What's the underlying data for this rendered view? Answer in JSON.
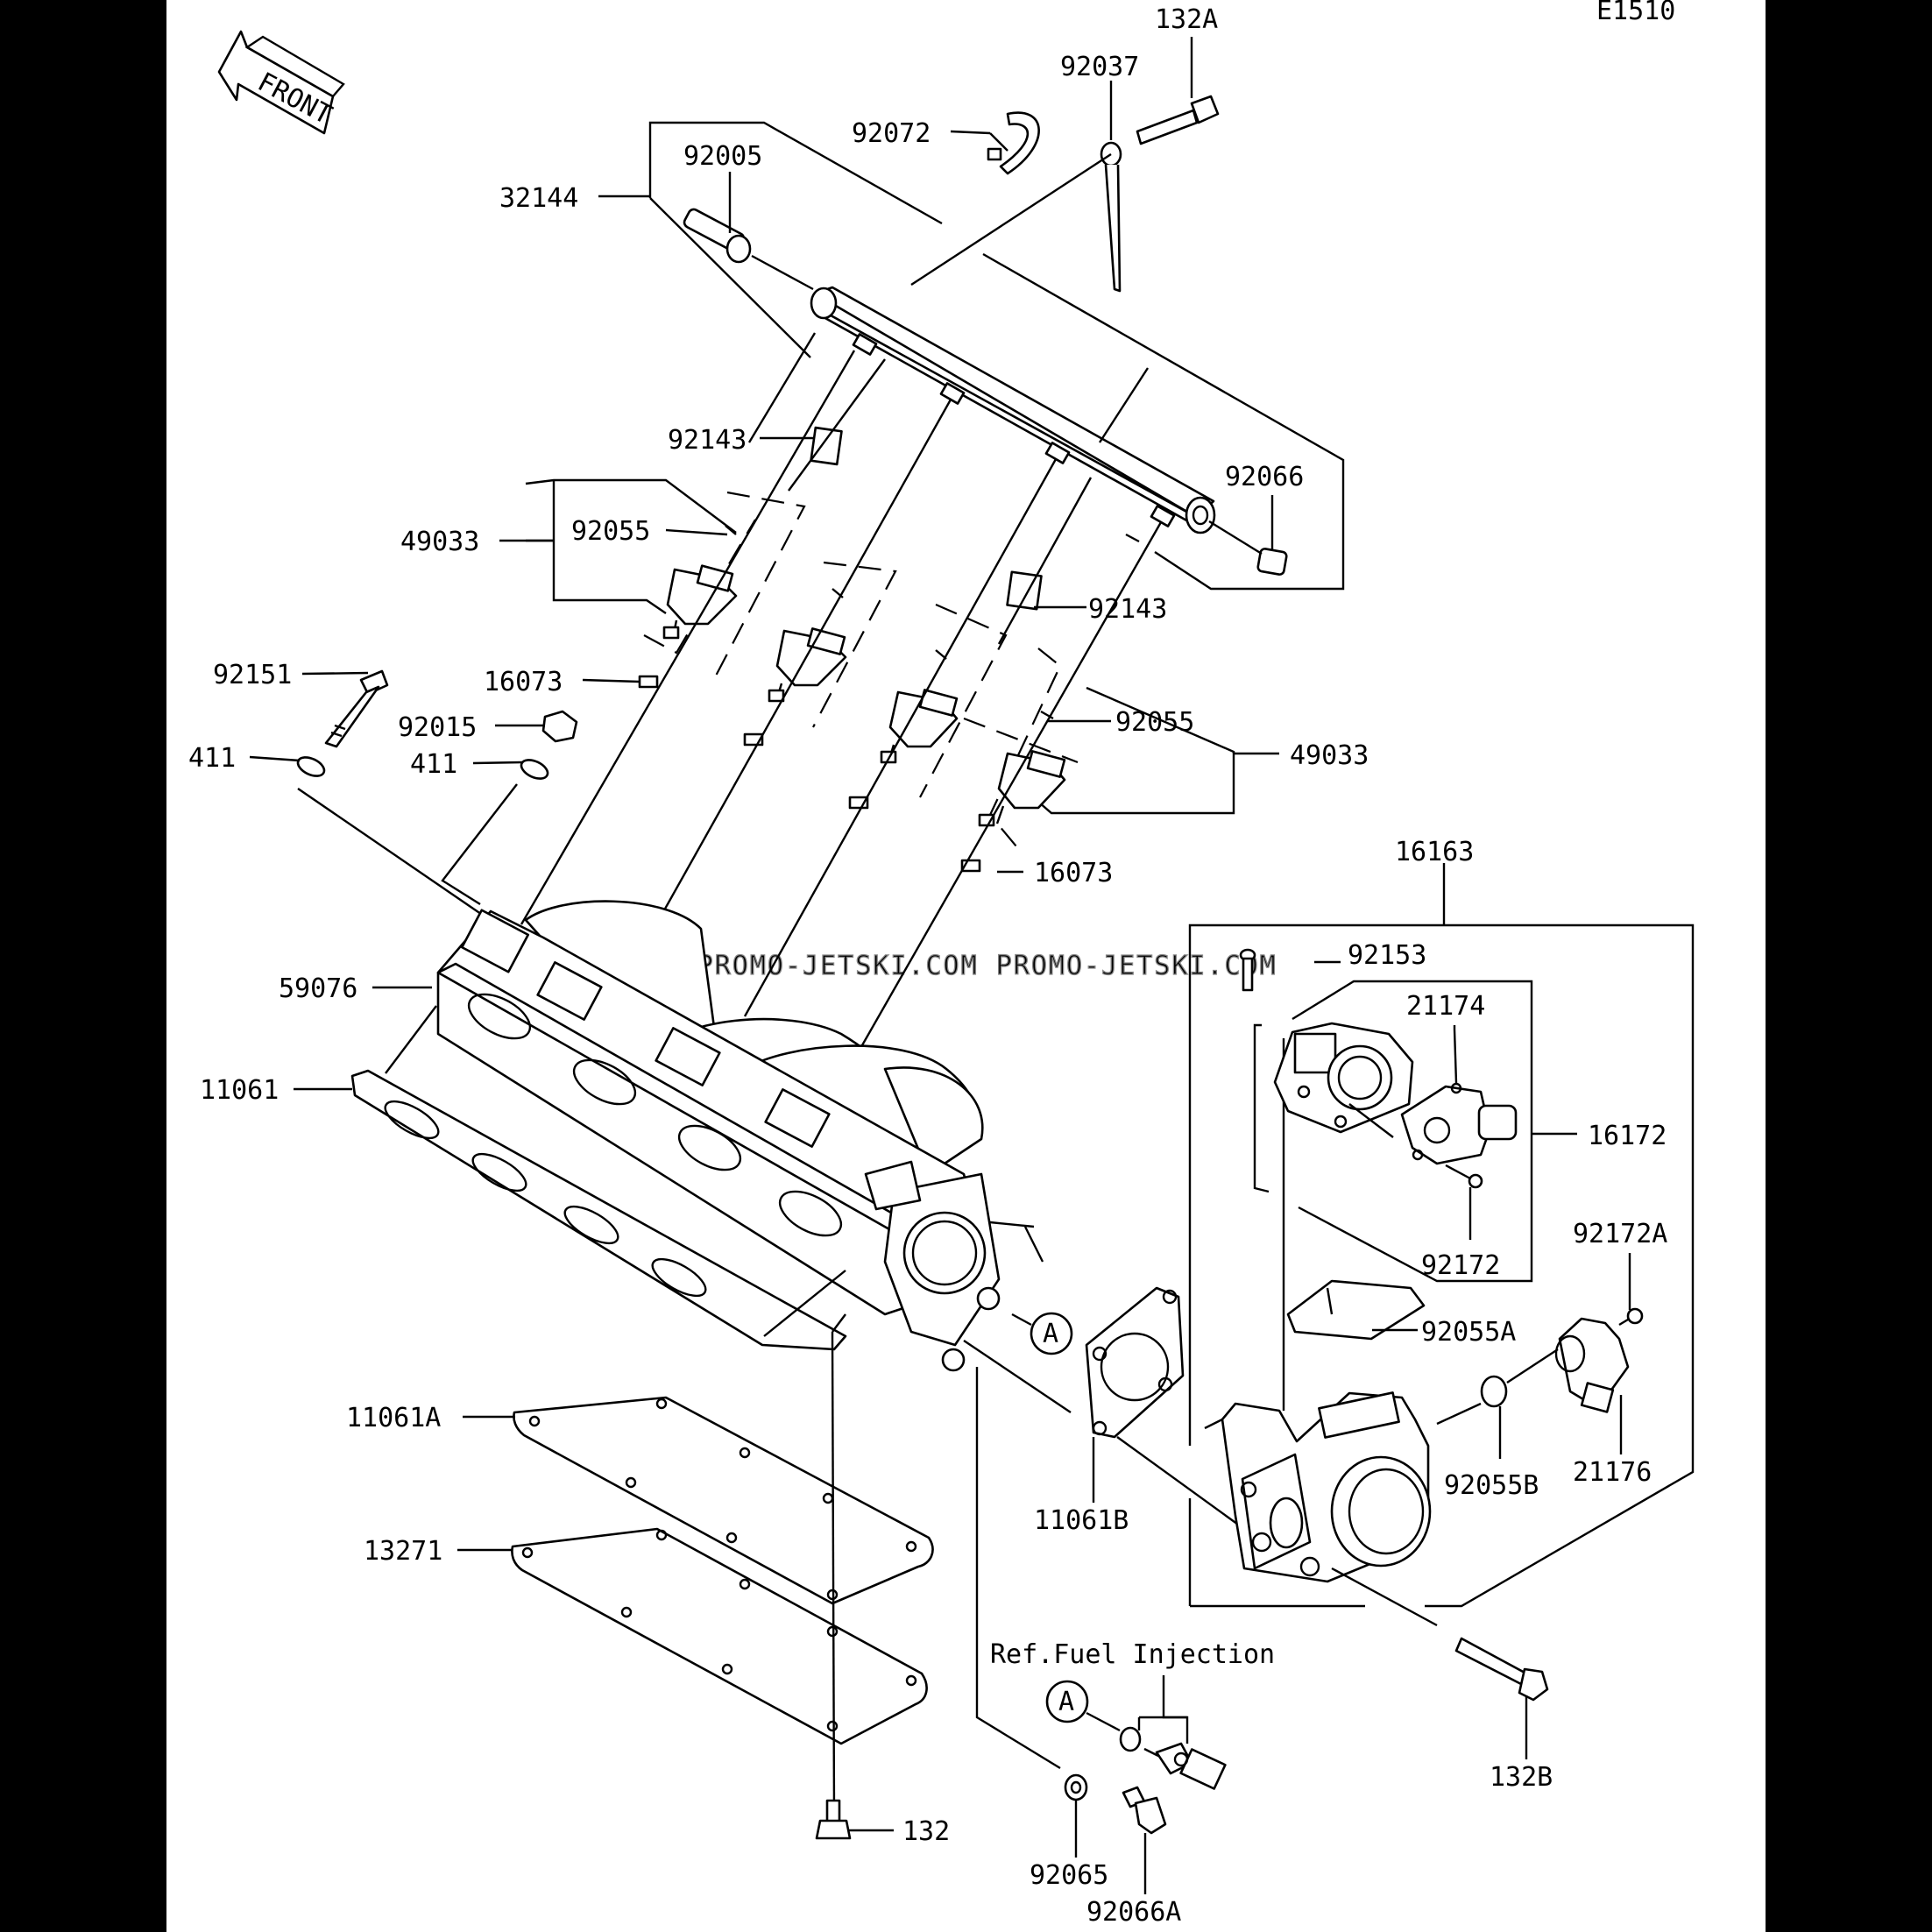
{
  "diagram_code": "E1510",
  "front_label": "FRONT",
  "watermark": "JETSKI.COM  PROMO-JETSKI.COM  PROMO-JETSKI.COM",
  "callouts": {
    "c132A": "132A",
    "c92037": "92037",
    "c92072": "92072",
    "c32144": "32144",
    "c92005": "92005",
    "c92143a": "92143",
    "c92066": "92066",
    "c49033a": "49033",
    "c92055a": "92055",
    "c92143b": "92143",
    "c92151": "92151",
    "c16073a": "16073",
    "c92015": "92015",
    "c411a": "411",
    "c411b": "411",
    "c92055b": "92055",
    "c49033b": "49033",
    "c16073b": "16073",
    "c16163": "16163",
    "c92153": "92153",
    "c21174": "21174",
    "c59076": "59076",
    "c16172": "16172",
    "c11061": "11061",
    "c92172": "92172",
    "c92172A": "92172A",
    "c92055A": "92055A",
    "c11061A": "11061A",
    "c11061B": "11061B",
    "c92055B": "92055B",
    "c21176": "21176",
    "c13271": "13271",
    "c132B": "132B",
    "c92065": "92065",
    "c132": "132",
    "c92066A": "92066A"
  },
  "reference_note": "Ref.Fuel Injection",
  "ref_markers": [
    "A",
    "A"
  ]
}
